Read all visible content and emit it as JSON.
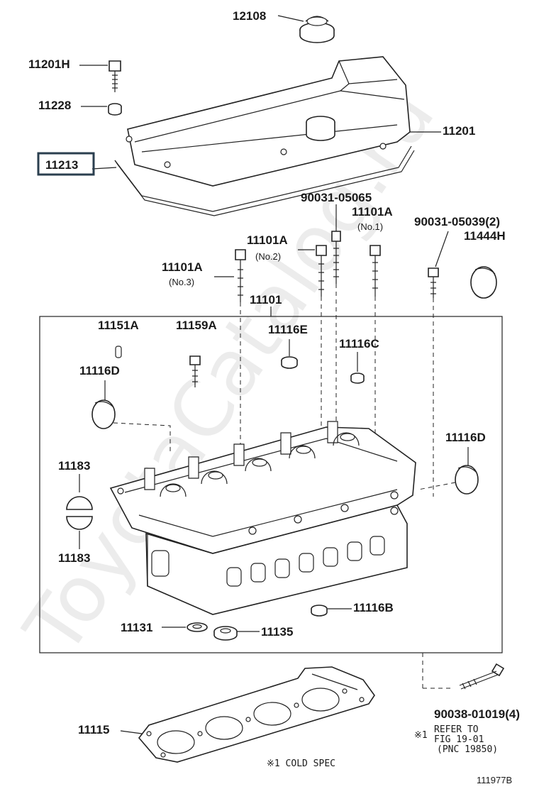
{
  "watermark": "ToyotaCatalog.ru",
  "labels": {
    "p12108": "12108",
    "p11201H": "11201H",
    "p11228": "11228",
    "p11201": "11201",
    "p11213": "11213",
    "p90031_05065": "90031-05065",
    "p11101A_no1": "11101A",
    "no1": "(No.1)",
    "p90031_05039": "90031-05039(2)",
    "p11101A_no2": "11101A",
    "no2": "(No.2)",
    "p11444H": "11444H",
    "p11101A_no3": "11101A",
    "no3": "(No.3)",
    "p11101": "11101",
    "p11151A": "11151A",
    "p11159A": "11159A",
    "p11116E": "11116E",
    "p11116C": "11116C",
    "p11116D_left": "11116D",
    "p11116D_right": "11116D",
    "p11183_top": "11183",
    "p11183_bottom": "11183",
    "p11116B": "11116B",
    "p11131": "11131",
    "p11135": "11135",
    "p90038_01019": "90038-01019(4)",
    "p11115": "11115",
    "refer_mark": "※1",
    "refer_line1": "REFER TO",
    "refer_line2": "FIG 19-01",
    "refer_line3": "(PNC 19850)",
    "cold_spec": "※1 COLD SPEC",
    "figure_code": "111977B"
  },
  "highlight": {
    "part": "p11213",
    "color": "#2b3f4f"
  }
}
